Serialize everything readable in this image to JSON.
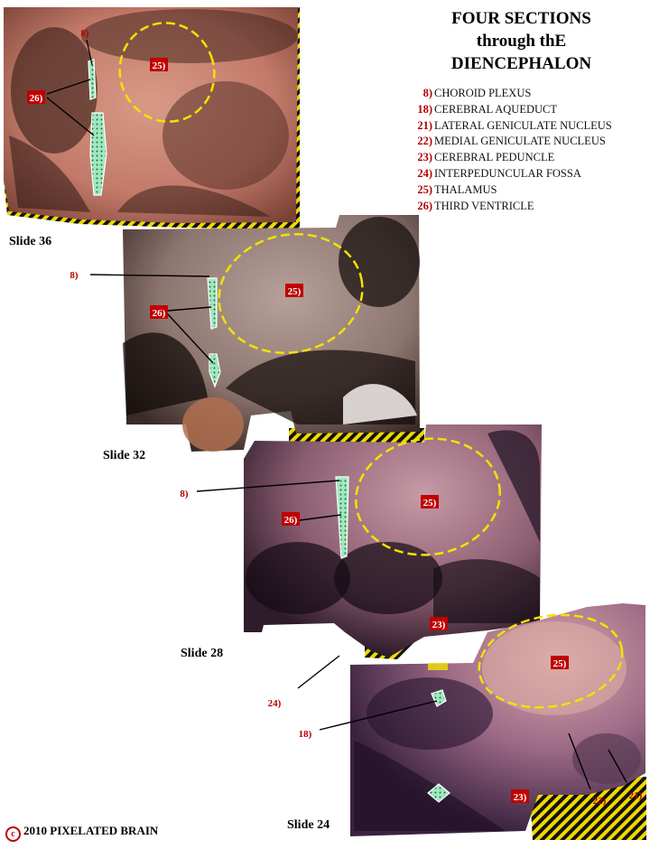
{
  "title": {
    "line1": "FOUR SECTIONS",
    "line2": "through thE",
    "line3": "DIENCEPHALON"
  },
  "legend": [
    {
      "num": "8)",
      "label": "CHOROID PLEXUS"
    },
    {
      "num": "18)",
      "label": "CEREBRAL AQUEDUCT"
    },
    {
      "num": "21)",
      "label": "LATERAL GENICULATE NUCLEUS"
    },
    {
      "num": "22)",
      "label": "MEDIAL GENICULATE NUCLEUS"
    },
    {
      "num": "23)",
      "label": "CEREBRAL PEDUNCLE"
    },
    {
      "num": "24)",
      "label": "INTERPEDUNCULAR FOSSA"
    },
    {
      "num": "25)",
      "label": "THALAMUS"
    },
    {
      "num": "26)",
      "label": "THIRD VENTRICLE"
    }
  ],
  "slides": {
    "s36": "Slide 36",
    "s32": "Slide 32",
    "s28": "Slide 28",
    "s24": "Slide 24"
  },
  "marks": {
    "n8": "8)",
    "n18": "18)",
    "n21": "21)",
    "n22": "22)",
    "n23": "23)",
    "n24": "24)",
    "n25": "25)",
    "n26": "26)"
  },
  "copyright": {
    "symbol": "c",
    "text": "2010  PIXELATED BRAIN"
  },
  "colors": {
    "label_red": "#b30000",
    "outline_yellow": "#f2e200",
    "ventricle_green": "#9fe8c0"
  }
}
